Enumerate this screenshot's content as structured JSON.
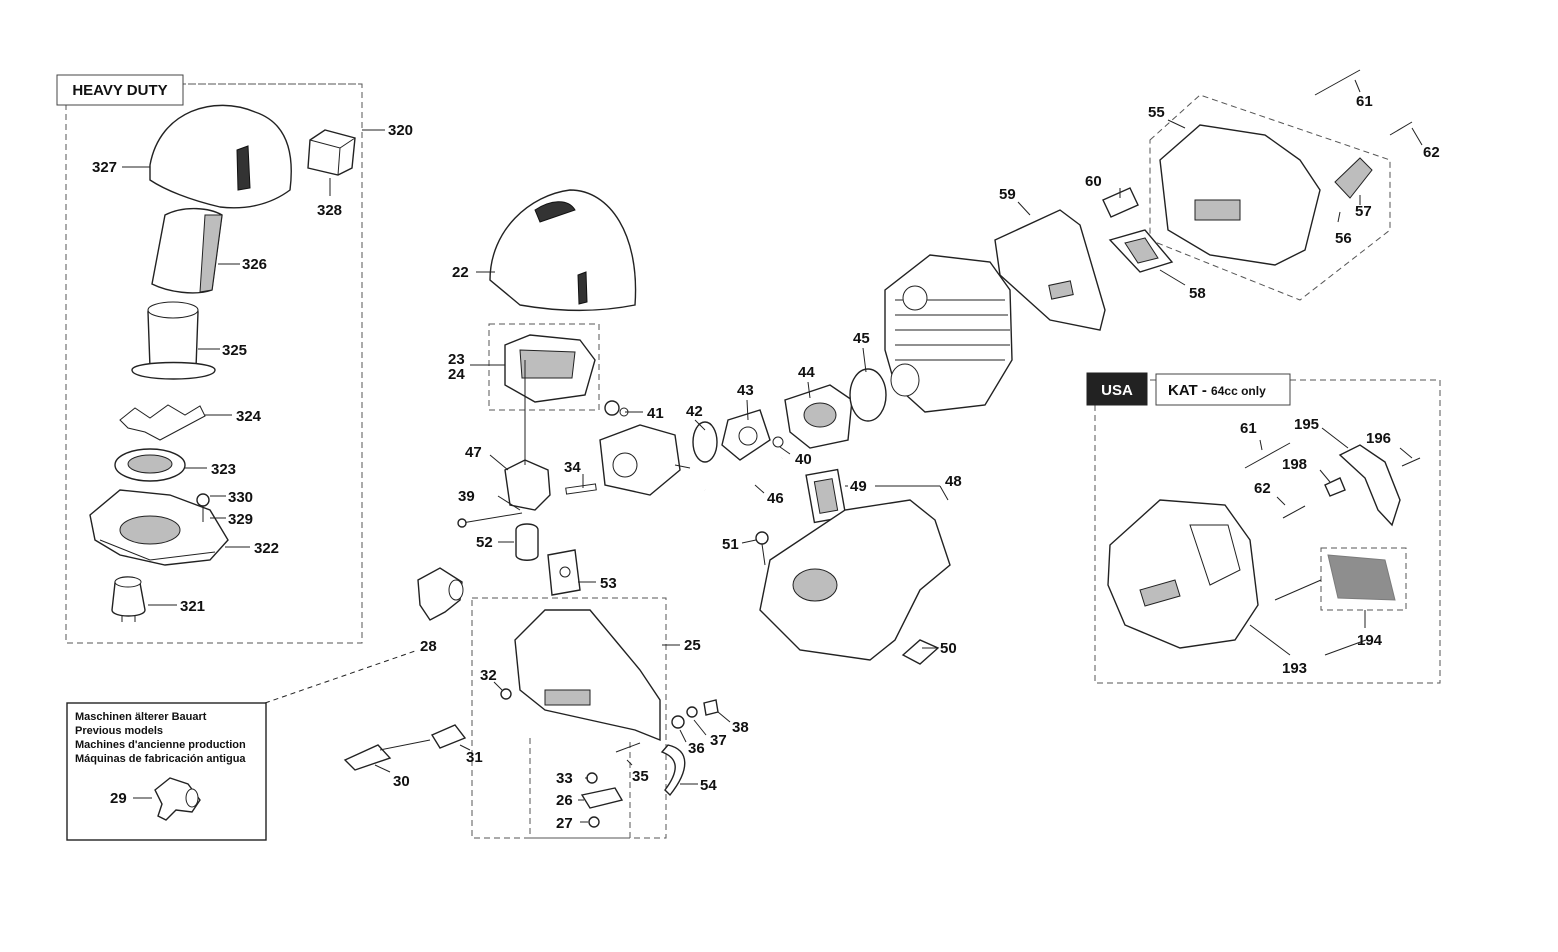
{
  "tags": {
    "heavy_duty": "HEAVY DUTY",
    "usa": "USA",
    "kat_main": "KAT - ",
    "kat_small": "64cc only"
  },
  "note": {
    "lines": [
      "Maschinen älterer Bauart",
      "Previous models",
      "Machines d'ancienne production",
      "Máquinas de fabricación antigua"
    ],
    "part_number": "29"
  },
  "callouts": [
    {
      "id": "320",
      "label": "320"
    },
    {
      "id": "327",
      "label": "327"
    },
    {
      "id": "328",
      "label": "328"
    },
    {
      "id": "326",
      "label": "326"
    },
    {
      "id": "325",
      "label": "325"
    },
    {
      "id": "324",
      "label": "324"
    },
    {
      "id": "323",
      "label": "323"
    },
    {
      "id": "330",
      "label": "330"
    },
    {
      "id": "329",
      "label": "329"
    },
    {
      "id": "322",
      "label": "322"
    },
    {
      "id": "321",
      "label": "321"
    },
    {
      "id": "22",
      "label": "22"
    },
    {
      "id": "23",
      "label": "23"
    },
    {
      "id": "24",
      "label": "24"
    },
    {
      "id": "41",
      "label": "41"
    },
    {
      "id": "42",
      "label": "42"
    },
    {
      "id": "43",
      "label": "43"
    },
    {
      "id": "44",
      "label": "44"
    },
    {
      "id": "45",
      "label": "45"
    },
    {
      "id": "40",
      "label": "40"
    },
    {
      "id": "46",
      "label": "46"
    },
    {
      "id": "47",
      "label": "47"
    },
    {
      "id": "34",
      "label": "34"
    },
    {
      "id": "39",
      "label": "39"
    },
    {
      "id": "52",
      "label": "52"
    },
    {
      "id": "53",
      "label": "53"
    },
    {
      "id": "49",
      "label": "49"
    },
    {
      "id": "48",
      "label": "48"
    },
    {
      "id": "51",
      "label": "51"
    },
    {
      "id": "50",
      "label": "50"
    },
    {
      "id": "28",
      "label": "28"
    },
    {
      "id": "25",
      "label": "25"
    },
    {
      "id": "32",
      "label": "32"
    },
    {
      "id": "31",
      "label": "31"
    },
    {
      "id": "30",
      "label": "30"
    },
    {
      "id": "33",
      "label": "33"
    },
    {
      "id": "26",
      "label": "26"
    },
    {
      "id": "27",
      "label": "27"
    },
    {
      "id": "35",
      "label": "35"
    },
    {
      "id": "36",
      "label": "36"
    },
    {
      "id": "37",
      "label": "37"
    },
    {
      "id": "38",
      "label": "38"
    },
    {
      "id": "54",
      "label": "54"
    },
    {
      "id": "55",
      "label": "55"
    },
    {
      "id": "61",
      "label": "61"
    },
    {
      "id": "62",
      "label": "62"
    },
    {
      "id": "60",
      "label": "60"
    },
    {
      "id": "59",
      "label": "59"
    },
    {
      "id": "57",
      "label": "57"
    },
    {
      "id": "56",
      "label": "56"
    },
    {
      "id": "58",
      "label": "58"
    },
    {
      "id": "61b",
      "label": "61"
    },
    {
      "id": "195",
      "label": "195"
    },
    {
      "id": "196",
      "label": "196"
    },
    {
      "id": "198",
      "label": "198"
    },
    {
      "id": "62b",
      "label": "62"
    },
    {
      "id": "194",
      "label": "194"
    },
    {
      "id": "193",
      "label": "193"
    }
  ]
}
